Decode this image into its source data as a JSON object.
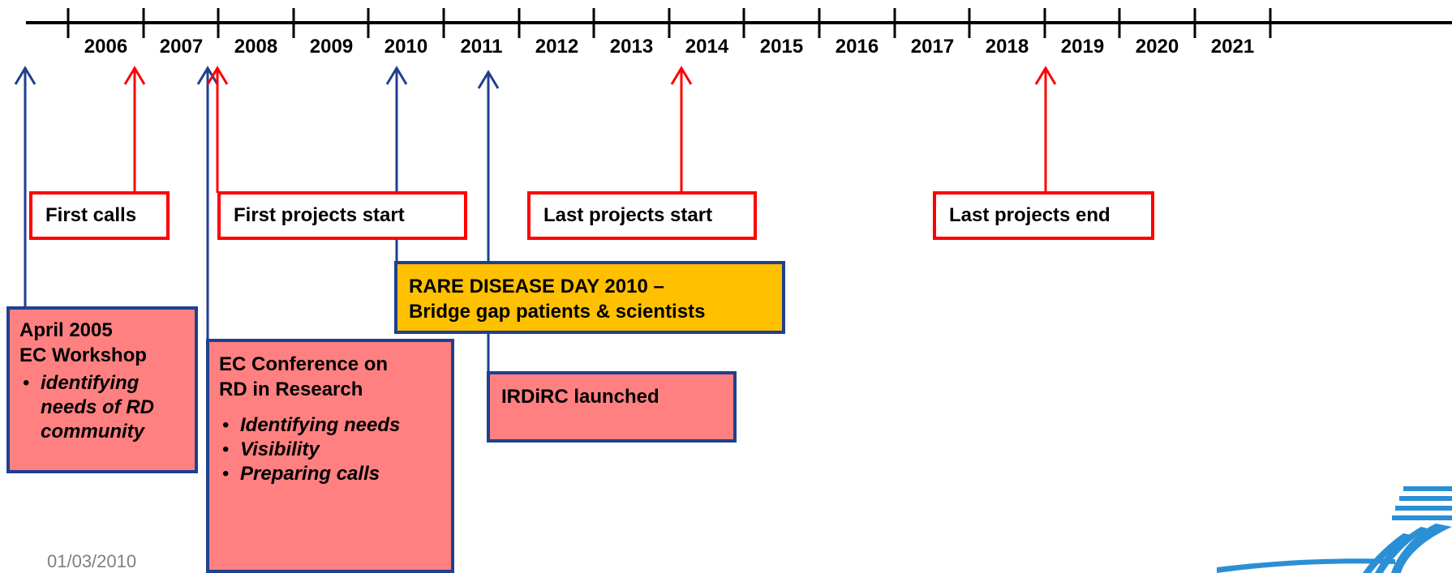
{
  "years": [
    "2006",
    "2007",
    "2008",
    "2009",
    "2010",
    "2011",
    "2012",
    "2013",
    "2014",
    "2015",
    "2016",
    "2017",
    "2018",
    "2019",
    "2020",
    "2021"
  ],
  "red_labels": {
    "first_calls": "First calls",
    "first_projects_start": "First projects start",
    "last_projects_start": "Last projects start",
    "last_projects_end": "Last projects end"
  },
  "workshop": {
    "title_line1": "April 2005",
    "title_line2": "EC Workshop",
    "bullets": [
      "identifying needs of RD community"
    ]
  },
  "conference": {
    "title_line1": "EC Conference on",
    "title_line2": "RD in Research",
    "bullets": [
      "Identifying needs",
      "Visibility",
      "Preparing calls"
    ]
  },
  "rare_disease_day": {
    "line1": "RARE DISEASE DAY 2010 –",
    "line2": "Bridge gap patients & scientists"
  },
  "irdirc": "IRDiRC launched",
  "footer_date": "01/03/2010",
  "colors": {
    "red": "#ff0000",
    "blue": "#1f3f8f",
    "pink": "#ff8080",
    "gold": "#ffc000"
  }
}
